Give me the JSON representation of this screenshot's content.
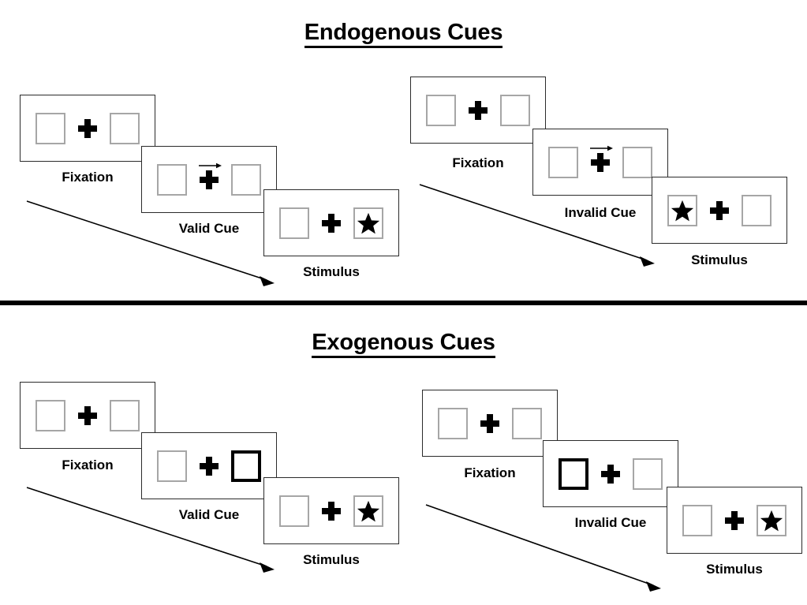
{
  "sections": [
    {
      "id": "endogenous",
      "title": "Endogenous Cues",
      "sequences": [
        {
          "id": "endogenous-valid",
          "panels": [
            {
              "caption": "Fixation",
              "left_box": {
                "content": "empty",
                "cued": false
              },
              "right_box": {
                "content": "empty",
                "cued": false
              },
              "center_cue": "none"
            },
            {
              "caption": "Valid Cue",
              "left_box": {
                "content": "empty",
                "cued": false
              },
              "right_box": {
                "content": "empty",
                "cued": false
              },
              "center_cue": "arrow-right"
            },
            {
              "caption": "Stimulus",
              "left_box": {
                "content": "empty",
                "cued": false
              },
              "right_box": {
                "content": "star",
                "cued": false
              },
              "center_cue": "none"
            }
          ]
        },
        {
          "id": "endogenous-invalid",
          "panels": [
            {
              "caption": "Fixation",
              "left_box": {
                "content": "empty",
                "cued": false
              },
              "right_box": {
                "content": "empty",
                "cued": false
              },
              "center_cue": "none"
            },
            {
              "caption": "Invalid Cue",
              "left_box": {
                "content": "empty",
                "cued": false
              },
              "right_box": {
                "content": "empty",
                "cued": false
              },
              "center_cue": "arrow-right"
            },
            {
              "caption": "Stimulus",
              "left_box": {
                "content": "star",
                "cued": false
              },
              "right_box": {
                "content": "empty",
                "cued": false
              },
              "center_cue": "none"
            }
          ]
        }
      ]
    },
    {
      "id": "exogenous",
      "title": "Exogenous Cues",
      "sequences": [
        {
          "id": "exogenous-valid",
          "panels": [
            {
              "caption": "Fixation",
              "left_box": {
                "content": "empty",
                "cued": false
              },
              "right_box": {
                "content": "empty",
                "cued": false
              },
              "center_cue": "none"
            },
            {
              "caption": "Valid Cue",
              "left_box": {
                "content": "empty",
                "cued": false
              },
              "right_box": {
                "content": "empty",
                "cued": true
              },
              "center_cue": "none"
            },
            {
              "caption": "Stimulus",
              "left_box": {
                "content": "empty",
                "cued": false
              },
              "right_box": {
                "content": "star",
                "cued": false
              },
              "center_cue": "none"
            }
          ]
        },
        {
          "id": "exogenous-invalid",
          "panels": [
            {
              "caption": "Fixation",
              "left_box": {
                "content": "empty",
                "cued": false
              },
              "right_box": {
                "content": "empty",
                "cued": false
              },
              "center_cue": "none"
            },
            {
              "caption": "Invalid Cue",
              "left_box": {
                "content": "empty",
                "cued": true
              },
              "right_box": {
                "content": "empty",
                "cued": false
              },
              "center_cue": "none"
            },
            {
              "caption": "Stimulus",
              "left_box": {
                "content": "empty",
                "cued": false
              },
              "right_box": {
                "content": "star",
                "cued": false
              },
              "center_cue": "none"
            }
          ]
        }
      ]
    }
  ],
  "labels": {
    "endogenous_title": "Endogenous Cues",
    "exogenous_title": "Exogenous Cues",
    "fixation": "Fixation",
    "valid_cue": "Valid Cue",
    "invalid_cue": "Invalid Cue",
    "stimulus": "Stimulus"
  },
  "colors": {
    "frame_border": "#2b2b2b",
    "box_border": "#a6a6a6",
    "cued_box_border": "#000000",
    "ink": "#000000",
    "background": "#ffffff"
  }
}
